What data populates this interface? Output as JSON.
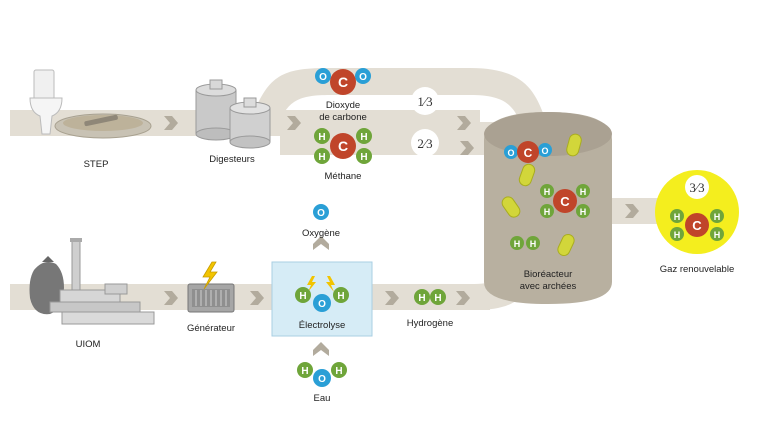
{
  "labels": {
    "step": "STEP",
    "digesteurs": "Digesteurs",
    "co2_line1": "Dioxyde",
    "co2_line2": "de carbone",
    "methane": "Méthane",
    "oxygene": "Oxygène",
    "uiom": "UIOM",
    "generateur": "Générateur",
    "electrolyse": "Électrolyse",
    "hydrogene": "Hydrogène",
    "eau": "Eau",
    "bioreacteur_line1": "Bioréacteur",
    "bioreacteur_line2": "avec archées",
    "gaz": "Gaz renouvelable"
  },
  "fractions": {
    "co2": "1⁄3",
    "ch4": "2⁄3",
    "gas": "3⁄3"
  },
  "atoms": {
    "carbon": "C",
    "oxygen": "O",
    "hydrogen": "H"
  },
  "colors": {
    "pipe": "#e3ded4",
    "reactor": "#b8b0a0",
    "carbon": "#c0452a",
    "oxygen": "#2a9fd6",
    "hydrogen": "#6fa53a",
    "archaea": "#d2d63a",
    "gas_bg": "#f4ee1e",
    "electrolysis_box": "#d6ecf6",
    "arrow": "#b2ab9d"
  }
}
